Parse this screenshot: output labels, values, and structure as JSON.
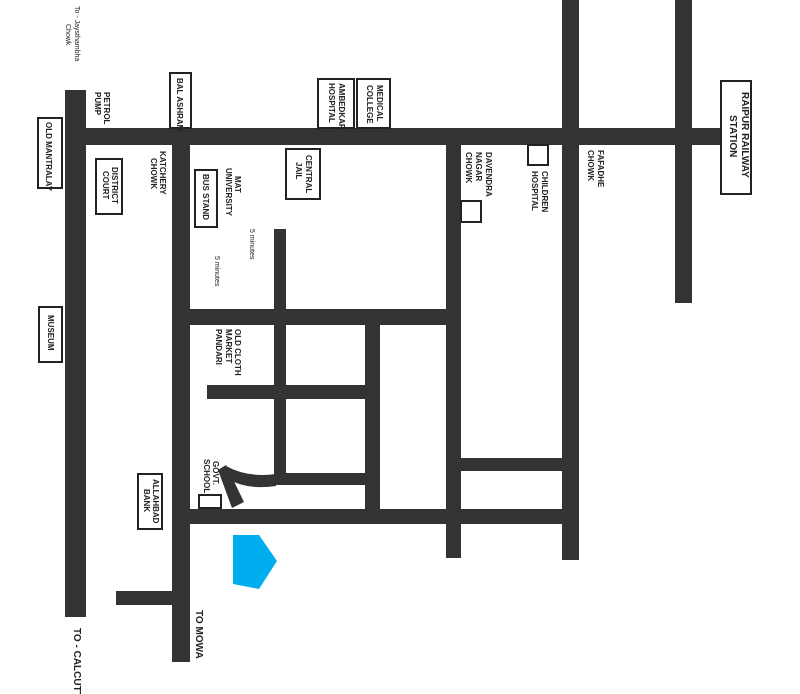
{
  "colors": {
    "road": "#333333",
    "arrow": "#00aeef",
    "background": "#ffffff"
  },
  "labels": {
    "to_jaysthambha": "To - Jaysthambha",
    "chowk": "Chowk",
    "petrol": "PETROL",
    "pump": "PUMP",
    "bal_ashram": "BAL ASHRAM",
    "ambedkar": "AMBEDKAR",
    "hospital": "HOSPITAL",
    "medical": "MEDICAL",
    "college": "COLLEGE",
    "raipur_railway": "RAIPUR RAILWAY",
    "station": "STATION",
    "old_mantralay": "OLD MANTRALAY",
    "district": "DISTRICT",
    "court": "COURT",
    "katchery": "KATCHERY",
    "katchery_chowk": "CHOWK",
    "bus_stand": "BUS STAND",
    "mat": "MAT",
    "university": "UNIVERSITY",
    "central": "CENTRAL",
    "jail": "JAIL",
    "davendra": "DAVENDRA",
    "nagar": "NAGAR",
    "davendra_chowk": "CHOWK",
    "children": "CHILDREN",
    "children_hospital": "HOSPITAL",
    "fafadhe": "FAFADHE",
    "fafadhe_chowk": "CHOWK",
    "five_minutes_1": "5 minutes",
    "five_minutes_2": "5 minutes",
    "museum": "MUSEUM",
    "old_cloth": "OLD CLOTH",
    "market": "MARKET",
    "pandari": "PANDARI",
    "govt": "GOVT.",
    "school": "SCHOOL",
    "allahbad": "ALLAHBAD",
    "bank": "BANK",
    "to_mowa": "TO MOWA",
    "to_calcutta": "TO - CALCUTTA"
  }
}
